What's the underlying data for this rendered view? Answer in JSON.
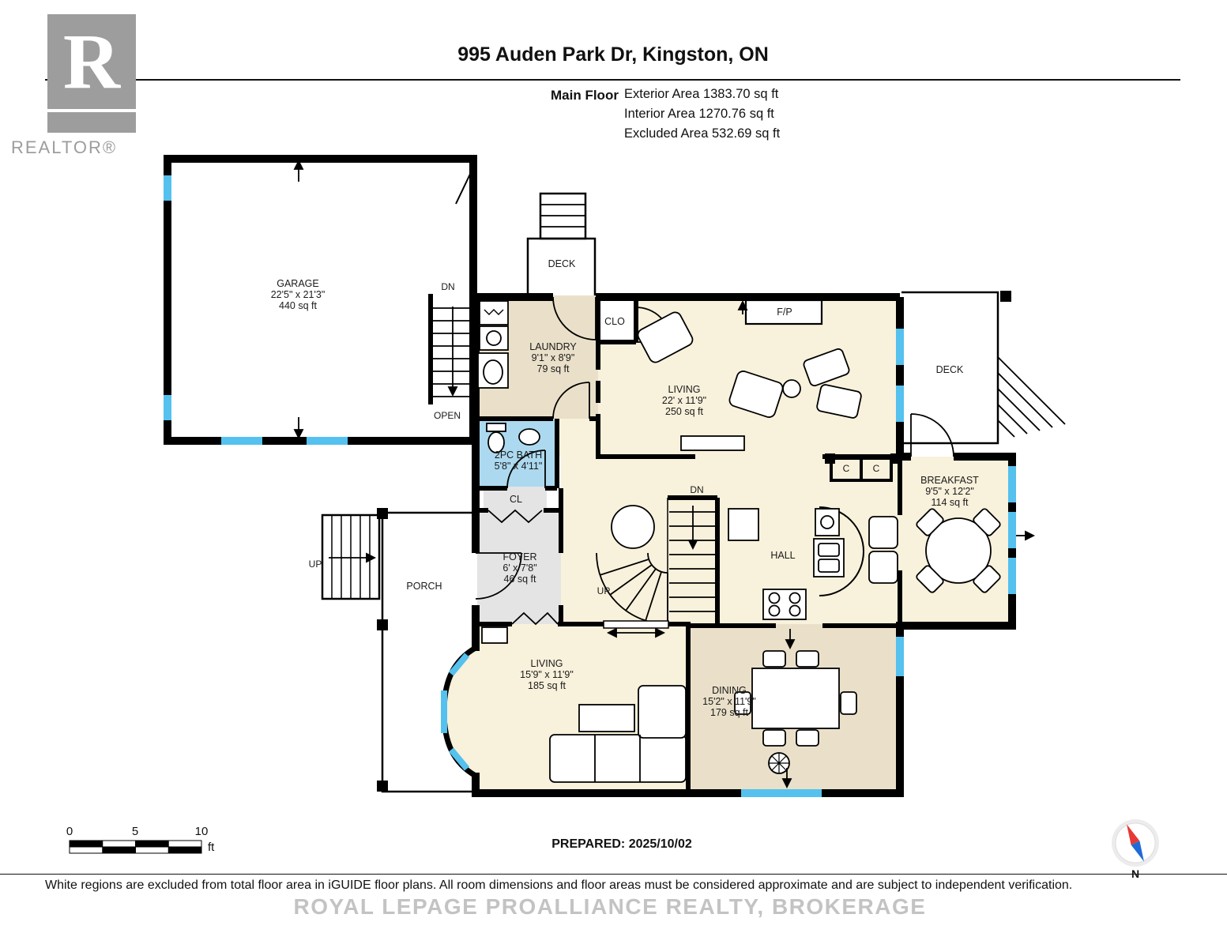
{
  "page": {
    "title": "995 Auden Park Dr, Kingston, ON",
    "floor_label": "Main Floor",
    "stats": {
      "exterior": "Exterior Area 1383.70 sq ft",
      "interior": "Interior Area 1270.76 sq ft",
      "excluded": "Excluded Area 532.69 sq ft"
    }
  },
  "logo": {
    "letter": "R",
    "brand": "REALTOR®"
  },
  "rooms": {
    "garage": {
      "name": "GARAGE",
      "dims": "22'5\" x 21'3\"",
      "area": "440 sq ft"
    },
    "laundry": {
      "name": "LAUNDRY",
      "dims": "9'1\" x 8'9\"",
      "area": "79 sq ft"
    },
    "living_top": {
      "name": "LIVING",
      "dims": "22' x 11'9\"",
      "area": "250 sq ft"
    },
    "living_bottom": {
      "name": "LIVING",
      "dims": "15'9\" x 11'9\"",
      "area": "185 sq ft"
    },
    "dining": {
      "name": "DINING",
      "dims": "15'2\" x 11'9\"",
      "area": "179 sq ft"
    },
    "breakfast": {
      "name": "BREAKFAST",
      "dims": "9'5\" x 12'2\"",
      "area": "114 sq ft"
    },
    "bath": {
      "name": "2PC BATH",
      "dims": "5'8\" x 4'11\""
    },
    "foyer": {
      "name": "FOYER",
      "dims": "6' x 7'8\"",
      "area": "46 sq ft"
    },
    "hall": {
      "name": "HALL"
    },
    "porch": {
      "name": "PORCH"
    },
    "deck_top": {
      "name": "DECK"
    },
    "deck_right": {
      "name": "DECK"
    },
    "fireplace": "F/P",
    "closet": "CLO",
    "closet_small": "CL",
    "closet_c1": "C",
    "closet_c2": "C",
    "open_below": "OPEN",
    "stairs": {
      "dn_garage": "DN",
      "dn_main": "DN",
      "up_main": "UP",
      "up_porch": "UP"
    }
  },
  "scale_bar": {
    "start": "0",
    "mid": "5",
    "end": "10",
    "unit": "ft"
  },
  "prepared": "PREPARED: 2025/10/02",
  "compass_label": "N",
  "footer": {
    "disclaimer": "White regions are excluded from total floor area in iGUIDE floor plans. All room dimensions and floor areas must be considered approximate and are subject to independent verification.",
    "watermark": "ROYAL LEPAGE PROALLIANCE REALTY, BROKERAGE"
  },
  "colors": {
    "wall": "#000000",
    "window": "#55C1EE",
    "room_cream": "#F8F1DB",
    "room_tan": "#EAE0C9",
    "bath_blue": "#ACD9EF",
    "foyer_gray": "#E4E4E4",
    "compass_red": "#E53935",
    "compass_blue": "#1E6BD6"
  }
}
